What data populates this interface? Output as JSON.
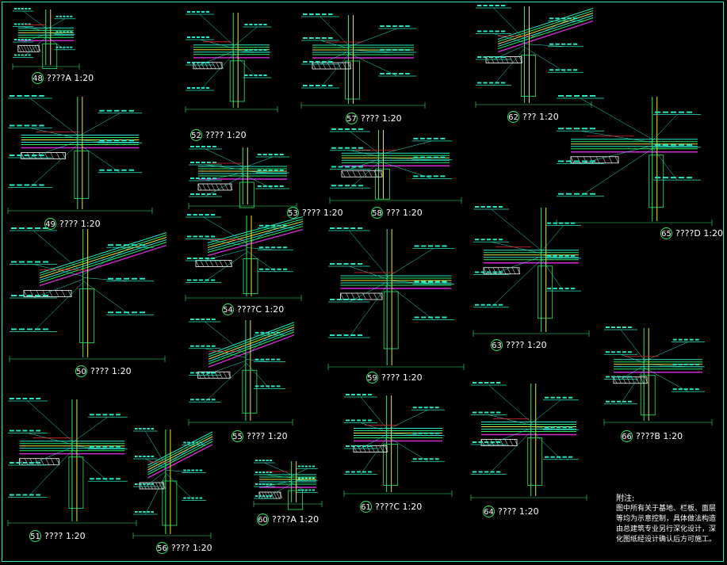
{
  "colors": {
    "background": "#000000",
    "frame": "#27e7c4",
    "cyan_annotation": "#27e7c4",
    "green_lines": "#2dea6a",
    "yellow_lines": "#e8e63a",
    "magenta_membrane": "#d22ad2",
    "red_lines": "#e02a2a",
    "white_text": "#ffffff"
  },
  "details": [
    {
      "num": "48",
      "label": "????A",
      "scale": "1:20"
    },
    {
      "num": "52",
      "label": "????",
      "scale": "1:20"
    },
    {
      "num": "57",
      "label": "????",
      "scale": "1:20"
    },
    {
      "num": "62",
      "label": "???",
      "scale": "1:20"
    },
    {
      "num": "49",
      "label": "????",
      "scale": "1:20"
    },
    {
      "num": "53",
      "label": "????",
      "scale": "1:20"
    },
    {
      "num": "58",
      "label": "???",
      "scale": "1:20"
    },
    {
      "num": "65",
      "label": "????D",
      "scale": "1:20"
    },
    {
      "num": "54",
      "label": "????C",
      "scale": "1:20"
    },
    {
      "num": "50",
      "label": "????",
      "scale": "1:20"
    },
    {
      "num": "59",
      "label": "????",
      "scale": "1:20"
    },
    {
      "num": "63",
      "label": "????",
      "scale": "1:20"
    },
    {
      "num": "55",
      "label": "????",
      "scale": "1:20"
    },
    {
      "num": "66",
      "label": "????B",
      "scale": "1:20"
    },
    {
      "num": "51",
      "label": "????",
      "scale": "1:20"
    },
    {
      "num": "56",
      "label": "????",
      "scale": "1:20"
    },
    {
      "num": "60",
      "label": "????A",
      "scale": "1:20"
    },
    {
      "num": "61",
      "label": "????C",
      "scale": "1:20"
    },
    {
      "num": "64",
      "label": "????",
      "scale": "1:20"
    }
  ],
  "notes": {
    "title": "附注:",
    "body": "图中所有关于基地、栏板、面层等均为示意控制，具体做法构造由总建筑专业另行深化设计，深化图纸经设计确认后方可施工。"
  }
}
